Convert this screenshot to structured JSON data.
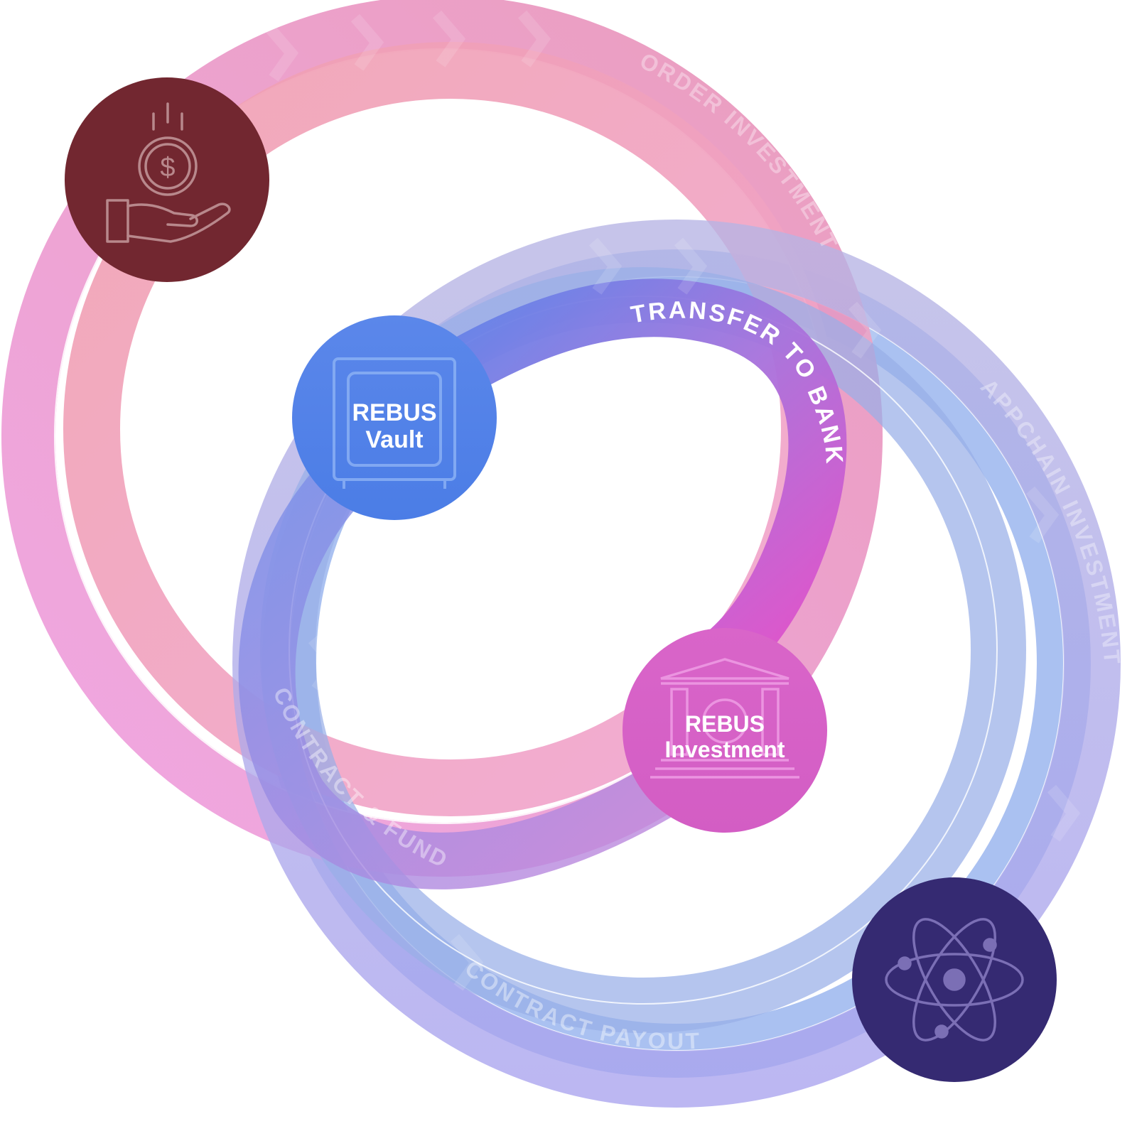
{
  "labels": {
    "order_investment": "ORDER INVESTMENT",
    "appchain_investment": "APPCHAIN INVESTMENT",
    "transfer_to_bank": "TRANSFER TO BANK",
    "contract_funds": "CONTRACT & FUNDS",
    "contract_payout": "CONTRACT PAYOUT"
  },
  "nodes": {
    "vault": {
      "line1": "REBUS",
      "line2": "Vault"
    },
    "investment": {
      "line1": "REBUS",
      "line2": "Investment"
    }
  },
  "icons": {
    "money": "money-hand-icon",
    "vault": "safe-icon",
    "bank": "bank-icon",
    "atom": "atom-icon"
  },
  "colors": {
    "pink_ring": "#ee8fcf",
    "salmon_ring": "#f0a0b0",
    "blue_ring": "#9fb6f0",
    "lavender_ring": "#b0a0e8",
    "money_node": "#722730",
    "vault_node": "#4f80e8",
    "investment_node": "#d962c8",
    "atom_node": "#352a72"
  }
}
